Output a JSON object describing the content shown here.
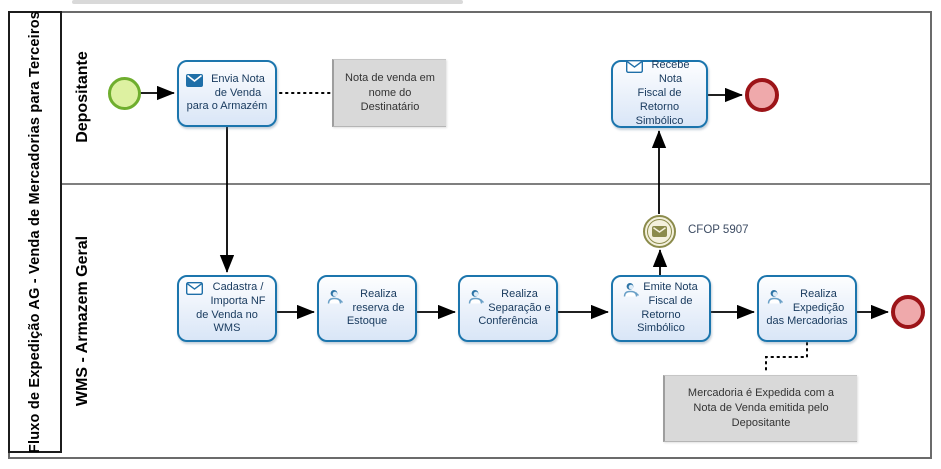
{
  "diagram": {
    "title": "Fluxo de Expedição AG - Venda de Mercadorias para Terceiros",
    "lanes": [
      {
        "label": "Depositante"
      },
      {
        "label": "WMS - Armazem Geral"
      }
    ]
  },
  "tasks": {
    "envia": {
      "label": "Envia Nota de Venda para o Armazém",
      "icon": "send-message-icon"
    },
    "recebe": {
      "label": "Recebe Nota Fiscal de Retorno Simbólico",
      "icon": "receive-message-icon"
    },
    "cadastra": {
      "label": "Cadastra / Importa NF de Venda no WMS",
      "icon": "receive-message-icon"
    },
    "reserva": {
      "label": "Realiza reserva de Estoque",
      "icon": "user-task-icon"
    },
    "separacao": {
      "label": "Realiza Separação e Conferência",
      "icon": "user-task-icon"
    },
    "emite": {
      "label": "Emite Nota Fiscal de Retorno Simbólico",
      "icon": "user-task-icon"
    },
    "expedicao": {
      "label": "Realiza Expedição das Mercadorias",
      "icon": "user-task-icon"
    }
  },
  "events": {
    "start": {
      "type": "start"
    },
    "end_top": {
      "type": "end"
    },
    "end_bottom": {
      "type": "end"
    },
    "message_throw": {
      "type": "intermediate-message-throw",
      "label": "CFOP 5907"
    }
  },
  "annotations": {
    "nota_venda": {
      "text": "Nota de venda em nome do Destinatário"
    },
    "mercadoria": {
      "text": "Mercadoria é Expedida com a Nota de Venda emitida pelo Depositante"
    }
  },
  "colors": {
    "task_border": "#1b75ad",
    "task_fill": "#e3ecf8",
    "task_text": "#17395d",
    "start_fill": "#ddf1a1",
    "start_border": "#6fae2e",
    "end_fill": "#efa9ab",
    "end_border": "#9c1418",
    "message_event": "#8b8b4b",
    "annotation_fill": "#d9d9d9",
    "lane_line": "#7f7f7f"
  }
}
